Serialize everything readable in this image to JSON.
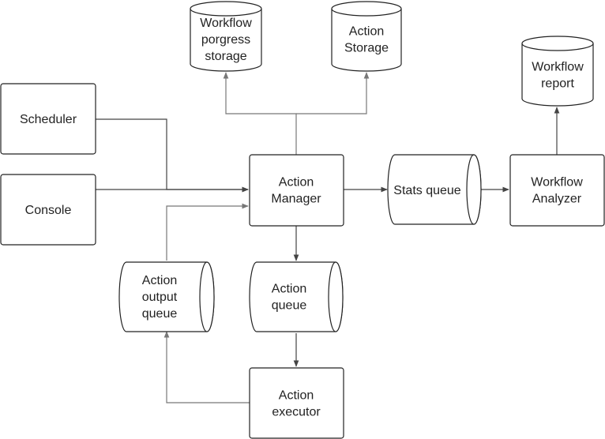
{
  "nodes": {
    "scheduler": {
      "label": [
        "Scheduler"
      ]
    },
    "console": {
      "label": [
        "Console"
      ]
    },
    "action_manager": {
      "label": [
        "Action",
        "Manager"
      ]
    },
    "workflow_analyzer": {
      "label": [
        "Workflow",
        "Analyzer"
      ]
    },
    "action_executor": {
      "label": [
        "Action",
        "executor"
      ]
    },
    "workflow_progress_storage": {
      "label": [
        "Workflow",
        "porgress",
        "storage"
      ]
    },
    "action_storage": {
      "label": [
        "Action",
        "Storage"
      ]
    },
    "workflow_report": {
      "label": [
        "Workflow",
        "report"
      ]
    },
    "stats_queue": {
      "label": [
        "Stats queue"
      ]
    },
    "action_queue": {
      "label": [
        "Action",
        "queue"
      ]
    },
    "action_output_queue": {
      "label": [
        "Action",
        "output",
        "queue"
      ]
    }
  },
  "colors": {
    "stroke": "#222222",
    "edge": "#444444",
    "edge_gray": "#777777",
    "fill": "#ffffff"
  }
}
